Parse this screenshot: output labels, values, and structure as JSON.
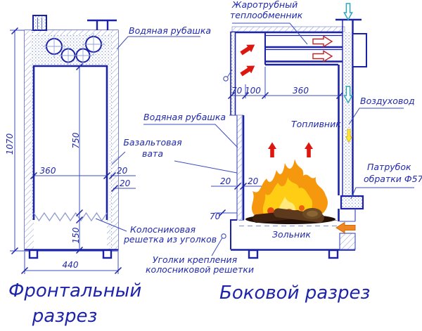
{
  "title": "Boiler sectional drawing",
  "colors": {
    "line_navy": "#1b22a8",
    "line_thin": "#3d4cc0",
    "line_light": "#93a2d8",
    "text_blue": "#1f28ad",
    "arrow_red": "#dc1710",
    "arrow_orange": "#ee8720",
    "arrow_yellow": "#ffe93c",
    "arrow_cyan_stroke": "#2aa6bc",
    "flame_orange": "#f6980e",
    "flame_yellow": "#ffce14"
  },
  "labels": {
    "water_jacket_top": "Водяная рубашка",
    "heat_ex1": "Жаротрубный",
    "heat_ex2": "теплообменник",
    "water_jacket_mid": "Водяная рубашка",
    "basalt1": "Базальтовая",
    "basalt2": "вата",
    "air_duct": "Воздуховод",
    "firebox": "Топливник",
    "return1": "Патрубок",
    "return2": "обратки Ф57",
    "ash_pan": "Зольник",
    "grate1": "Колосниковая",
    "grate2": "решетка из уголков",
    "mount1": "Уголки крепления",
    "mount2": "колосниковой решетки"
  },
  "dims": {
    "total_height": "1070",
    "firebox_height": "750",
    "firebox_width": "360",
    "wall_a": "20",
    "wall_b": "20",
    "ash_height": "150",
    "total_width": "440",
    "top_a": "70",
    "top_b": "100",
    "top_c": "360",
    "side_wall_a": "20",
    "side_wall_b": "20",
    "ash_step": "70"
  },
  "captions": {
    "front1": "Фронтальный",
    "front2": "разрез",
    "side": "Боковой разрез"
  }
}
